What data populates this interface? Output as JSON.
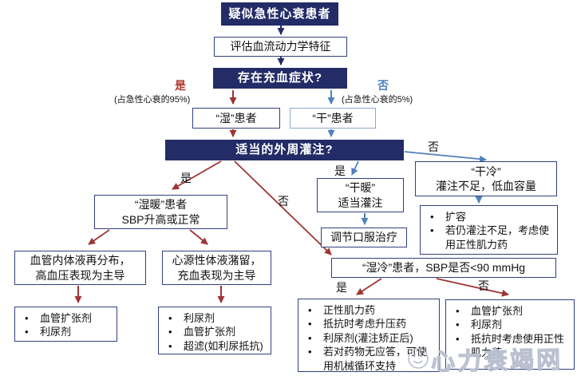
{
  "palette": {
    "navy_box": "#232c66",
    "red_arrow": "#9e3434",
    "blue_arrow": "#4f81bd",
    "navy_border": "#32407f",
    "light_blue_border": "#8fa9d0",
    "yes_label_red": "#b03a30",
    "watermark_gray": "#b9bfce"
  },
  "nodes": {
    "suspect": {
      "text": "疑似急性心衰患者"
    },
    "evaluate": {
      "text": "评估血流动力学特征"
    },
    "congestion": {
      "text": "存在充血症状?"
    },
    "yes_branch": {
      "label": "是",
      "note": "(占急性心衰的95%)"
    },
    "no_branch": {
      "label": "否",
      "note": "(占急性心衰的5%)"
    },
    "wet": {
      "text": "“湿”患者"
    },
    "dry": {
      "text": "“干”患者"
    },
    "perfusion": {
      "text": "适当的外周灌注?"
    },
    "labels": {
      "yes": "是",
      "no": "否"
    },
    "wetwarm": {
      "line1": "“湿暖”患者",
      "line2": "SBP升高或正常"
    },
    "redistribution": {
      "line1": "血管内体液再分布，",
      "line2": "高血压表现为主导"
    },
    "redistribution_tx": {
      "items": [
        "血管扩张剂",
        "利尿剂"
      ]
    },
    "retention": {
      "line1": "心源性体液潴留，",
      "line2": "充血表现为主导"
    },
    "retention_tx": {
      "items": [
        "利尿剂",
        "血管扩张剂",
        "超滤(如利尿抵抗)"
      ]
    },
    "drywarm": {
      "line1": "“干暖”",
      "line2": "适当灌注"
    },
    "oral": {
      "text": "调节口服治疗"
    },
    "drycold": {
      "line1": "“干冷”",
      "line2": "灌注不足，低血容量"
    },
    "drycold_tx": {
      "items": [
        "扩容",
        "若仍灌注不足，考虑使用正性肌力药"
      ]
    },
    "wetcold": {
      "text": "“湿冷”患者，SBP是否<90 mmHg"
    },
    "wetcold_yes_tx": {
      "items": [
        "正性肌力药",
        "抵抗时考虑升压药",
        "利尿剂(灌注矫正后)",
        "若对药物无应答，可使用机械循环支持"
      ]
    },
    "wetcold_no_tx": {
      "items": [
        "血管扩张剂",
        "利尿剂",
        "抵抗时考虑使用正性肌力药"
      ]
    }
  },
  "watermark": {
    "text": "心力衰竭网"
  }
}
